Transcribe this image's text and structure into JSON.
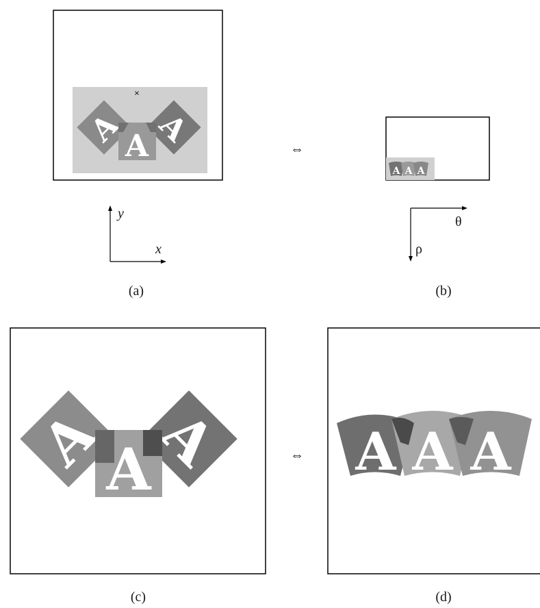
{
  "panels": {
    "a": {
      "caption": "(a)",
      "axis_x": "x",
      "axis_y": "y"
    },
    "b": {
      "caption": "(b)",
      "axis_theta": "θ",
      "axis_rho": "ρ"
    },
    "c": {
      "caption": "(c)"
    },
    "d": {
      "caption": "(d)"
    }
  },
  "equivalence_symbol": "⇔",
  "glyph_letter": "A",
  "colors": {
    "background_patch": "#d0d0d0",
    "tile_dark": "#6c6c6c",
    "tile_mid": "#8a8a8a",
    "tile_light": "#a8a8a8",
    "overlap": "#4a4a4a",
    "frame": "#000000"
  }
}
